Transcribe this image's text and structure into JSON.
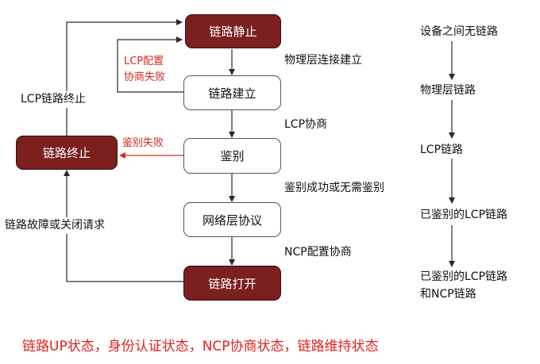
{
  "flow": {
    "states": {
      "link_static": "链路静止",
      "link_establish": "链路建立",
      "authenticate": "鉴别",
      "network_protocol": "网络层协议",
      "link_open": "链路打开",
      "link_terminate": "链路终止"
    },
    "transitions": {
      "physical_established": "物理层连接建立",
      "lcp_negotiation": "LCP协商",
      "auth_success": "鉴别成功或无需鉴别",
      "ncp_negotiation": "NCP配置协商",
      "lcp_fail_line1": "LCP配置",
      "lcp_fail_line2": "协商失败",
      "auth_fail": "鉴别失败",
      "lcp_terminate": "LCP链路终止",
      "fault_or_close": "链路故障或关闭请求"
    }
  },
  "stages": {
    "s1": "设备之间无链路",
    "s2": "物理层链路",
    "s3": "LCP链路",
    "s4": "已鉴别的LCP链路",
    "s5_line1": "已鉴别的LCP链路",
    "s5_line2": "和NCP链路"
  },
  "footer": "链路UP状态，身份认证状态，NCP协商状态，链路维持状态",
  "colors": {
    "state_dark": "#7b1f1f",
    "accent_red": "#d42a20",
    "arrow": "#2a2a2a"
  }
}
